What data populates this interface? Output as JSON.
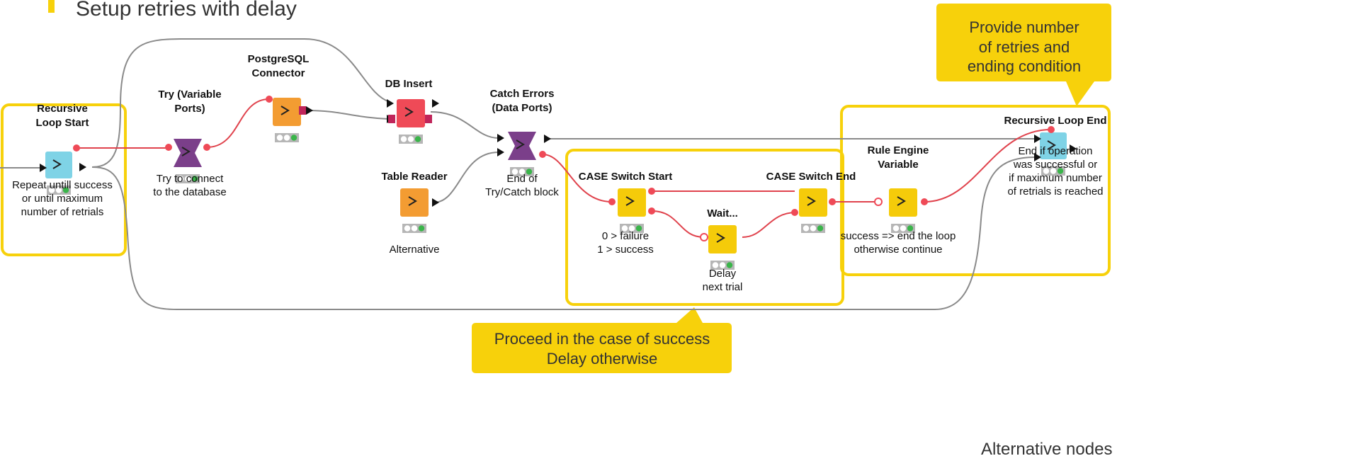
{
  "heading": "Setup retries with delay",
  "footer_text": "Alternative nodes",
  "colors": {
    "yellow": "#f7d10b",
    "wire_red": "#e0434d",
    "wire_gray": "#8a8a8a",
    "status_gray": "#b6b6b6",
    "status_green": "#3ab54a"
  },
  "callouts": {
    "top_right": [
      "Provide number",
      "of retries and",
      "ending condition"
    ],
    "bottom": [
      "Proceed in the case of success",
      "Delay otherwise"
    ]
  },
  "nodes": {
    "recursive_start": {
      "title": [
        "Recursive",
        "Loop Start"
      ],
      "desc": [
        "Repeat untill success",
        "or until maximum",
        "number of retrials"
      ],
      "icon": "loop-start-icon"
    },
    "try": {
      "title": [
        "Try (Variable",
        "Ports)"
      ],
      "desc": [
        "Try to connect",
        "to the database"
      ],
      "icon": "try-icon"
    },
    "postgres": {
      "title": [
        "PostgreSQL",
        "Connector"
      ],
      "desc": [],
      "icon": "db-connector-icon"
    },
    "db_insert": {
      "title": [
        "DB Insert"
      ],
      "desc": [],
      "icon": "db-insert-icon"
    },
    "table_reader": {
      "title": [
        "Table Reader"
      ],
      "desc": [
        "Alternative"
      ],
      "icon": "table-reader-icon"
    },
    "catch": {
      "title": [
        "Catch Errors",
        "(Data Ports)"
      ],
      "desc": [
        "End of",
        "Try/Catch block"
      ],
      "icon": "catch-icon"
    },
    "case_start": {
      "title": [
        "CASE Switch Start"
      ],
      "desc": [
        "0 > failure",
        "1 > success"
      ],
      "icon": "case-start-icon"
    },
    "wait": {
      "title": [
        "Wait..."
      ],
      "desc": [
        "Delay",
        "next trial"
      ],
      "icon": "wait-icon"
    },
    "case_end": {
      "title": [
        "CASE Switch End"
      ],
      "desc": [],
      "icon": "case-end-icon"
    },
    "rule_engine": {
      "title": [
        "Rule Engine",
        "Variable"
      ],
      "desc": [
        "success => end the loop",
        "otherwise continue"
      ],
      "icon": "rule-engine-icon"
    },
    "recursive_end": {
      "title": [
        "Recursive Loop End"
      ],
      "desc": [
        "End if operation",
        "was successful or",
        "if maximum number",
        "of retrials is reached"
      ],
      "icon": "loop-end-icon"
    }
  }
}
